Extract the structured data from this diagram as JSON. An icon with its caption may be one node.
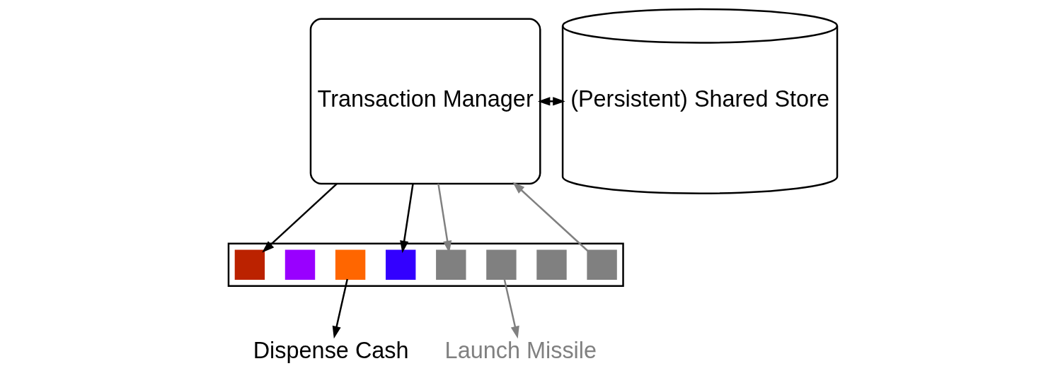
{
  "diagram": {
    "nodes": [
      {
        "text": [],
        "shape": "box"
      },
      {
        "text": [],
        "shape": "box",
        "in": 0
      },
      {
        "text": [],
        "shape": "box",
        "in": 0
      },
      {
        "text": [],
        "shape": "box",
        "in": 0
      },
      {
        "text": [],
        "shape": "box",
        "in": 0
      },
      {
        "text": [],
        "shape": "box",
        "in": 0
      },
      {
        "text": [],
        "shape": "box",
        "in": 0
      },
      {
        "text": [],
        "shape": "box",
        "in": 0
      },
      {
        "text": [],
        "shape": "box",
        "in": 0
      },
      {
        "text": [
          "Transaction Manager"
        ]
      },
      {
        "text": [
          "(Persistent) Shared Store"
        ]
      },
      {
        "text": [
          "Dispense Cash"
        ]
      },
      {
        "text": [
          "Launch Missile"
        ]
      }
    ],
    "edges": [
      {
        "from": 9,
        "to": 1,
        "arrow": "to"
      },
      {
        "from": 9,
        "to": 4,
        "arrow": "to"
      },
      {
        "from": 9,
        "to": 5,
        "arrow": "to",
        "color": "#808080"
      },
      {
        "from": 8,
        "to": 9,
        "arrow": "to",
        "color": "#808080"
      },
      {
        "from": 3,
        "to": 11,
        "arrow": "to"
      },
      {
        "from": 6,
        "to": 12,
        "arrow": "to",
        "color": "#808080"
      },
      {
        "from": 9,
        "to": 10,
        "arrow": "both"
      }
    ]
  }
}
